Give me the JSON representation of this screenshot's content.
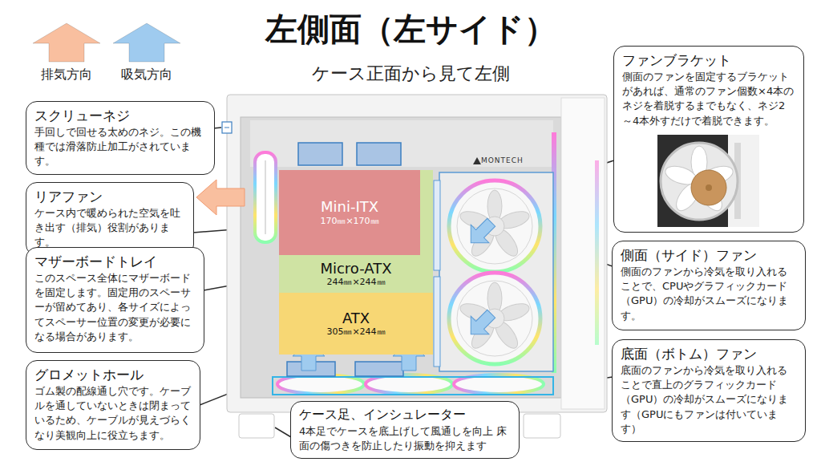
{
  "diagram": {
    "title": "左側面（左サイド）",
    "nodes": [
      {
        "text": [
          "スクリューネジ",
          "手回しで回せる太めのネジ。この機種では滑落防止加工がされています。"
        ]
      },
      {
        "text": [
          "リアファン",
          "ケース内で暖められた空気を吐き出す（排気）役割があります。"
        ]
      },
      {
        "text": [
          "マザーボードトレイ",
          "このスペース全体にマザーボードを固定します。固定用のスペーサーが留めてあり、各サイズによってスペーサー位置の変更が必要になる場合があります。"
        ]
      },
      {
        "text": [
          "ATX",
          "305㎜×244㎜"
        ]
      },
      {
        "text": [
          "Micro-ATX",
          "244㎜×244㎜"
        ],
        "in": 3
      },
      {
        "text": [
          "Mini-ITX",
          "170㎜×170㎜"
        ],
        "in": 4
      },
      {
        "text": [
          "グロメットホール",
          "ゴム製の配線通し穴です。ケーブルを通していないときは閉まっているため、ケーブルが見えづらくなり美観向上に役立ちます。"
        ]
      },
      {
        "text": [
          "ケース足、インシュレーター",
          "4本足でケースを底上げして風通しを向上 床面の傷つきを防止したり振動を抑えます"
        ]
      },
      {
        "text": [
          "ファンブラケット",
          "側面のファンを固定するブラケットがあれば、通常のファン個数×4本のネジを着脱するまでもなく、ネジ2～4本外すだけで着脱できます。"
        ]
      },
      {
        "text": [
          "側面（サイド）ファン",
          "側面のファンから冷気を取り入れることで、CPUやグラフィックカード（GPU）の冷却がスムーズになります。"
        ]
      },
      {
        "text": [
          "底面（ボトム）ファン",
          "底面のファンから冷気を取り入れることで直上のグラフィックカード（GPU）の冷却がスムーズになります（GPUにもファンは付いています）"
        ]
      }
    ],
    "labels": [
      "ケース正面から見て左側",
      "MONTECH"
    ],
    "legend": [
      {
        "text": "排気方向",
        "color": "#f9bf9f"
      },
      {
        "text": "吸気方向",
        "color": "#9fcbef"
      }
    ]
  }
}
